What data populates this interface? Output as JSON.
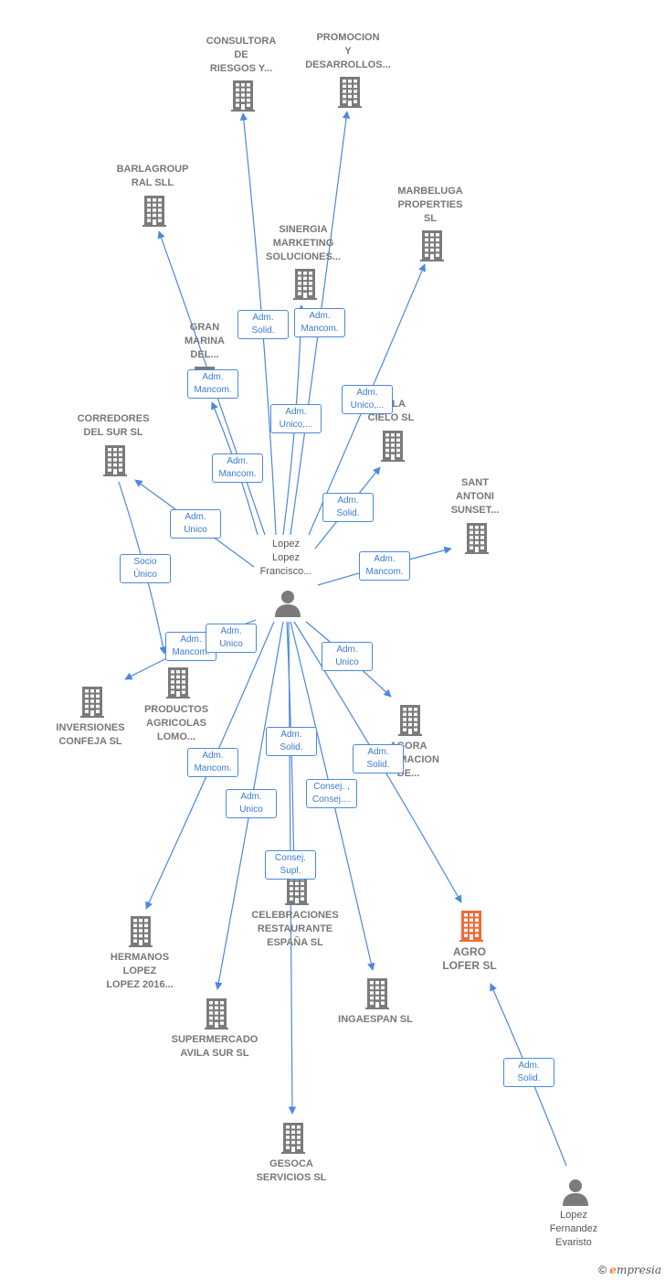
{
  "colors": {
    "edge": "#4a89dc",
    "building": "#7b7b7b",
    "building_focus": "#f26a35",
    "person": "#7b7b7b"
  },
  "nodes": [
    {
      "id": "consultora",
      "label": "CONSULTORA\nDE\nRIESGOS Y...",
      "kind": "building"
    },
    {
      "id": "promocion",
      "label": "PROMOCION\nY\nDESARROLLOS...",
      "kind": "building"
    },
    {
      "id": "barlagroup",
      "label": "BARLAGROUP\nRAL SLL",
      "kind": "building"
    },
    {
      "id": "marbeluga",
      "label": "MARBELUGA\nPROPERTIES\nSL",
      "kind": "building"
    },
    {
      "id": "sinergia",
      "label": "SINERGIA\nMARKETING\nSOLUCIONES...",
      "kind": "building"
    },
    {
      "id": "granmarina",
      "label": "GRAN\nMARINA\nDEL...",
      "kind": "building"
    },
    {
      "id": "villacielo",
      "label": "VILLA\nCIELO SL",
      "kind": "building"
    },
    {
      "id": "corredores",
      "label": "CORREDORES\nDEL SUR SL",
      "kind": "building"
    },
    {
      "id": "santantoni",
      "label": "SANT\nANTONI\nSUNSET...",
      "kind": "building"
    },
    {
      "id": "inversiones",
      "label": "INVERSIONES\nCONFEJA SL",
      "kind": "building"
    },
    {
      "id": "productos",
      "label": "PRODUCTOS\nAGRICOLAS\nLOMO...",
      "kind": "building"
    },
    {
      "id": "agora",
      "label": "AGORA\nFORMACION\nDE...",
      "kind": "building"
    },
    {
      "id": "celebraciones",
      "label": "CELEBRACIONES\nRESTAURANTE\nESPAÑA SL",
      "kind": "building"
    },
    {
      "id": "hermanos",
      "label": "HERMANOS\nLOPEZ\nLOPEZ 2016...",
      "kind": "building"
    },
    {
      "id": "agrolofer",
      "label": "AGRO\nLOFER SL",
      "kind": "focus"
    },
    {
      "id": "ingaespan",
      "label": "INGAESPAN SL",
      "kind": "building"
    },
    {
      "id": "supermercado",
      "label": "SUPERMERCADO\nAVILA SUR SL",
      "kind": "building"
    },
    {
      "id": "gesoca",
      "label": "GESOCA\nSERVICIOS SL",
      "kind": "building"
    },
    {
      "id": "lopezfrancisco",
      "label": "Lopez\nLopez\nFrancisco...",
      "kind": "person"
    },
    {
      "id": "lopezevaristo",
      "label": "Lopez\nFernandez\nEvaristo",
      "kind": "person"
    }
  ],
  "edges": [
    {
      "label": "Adm.\nSolid.",
      "target": "consultora"
    },
    {
      "label": "Adm.\nMancom.",
      "target": "promocion"
    },
    {
      "label": "Adm.\nMancom.",
      "target": "barlagroup"
    },
    {
      "label": "Adm.\nUnico,...",
      "target": "marbeluga"
    },
    {
      "label": "Adm.\nUnico,...",
      "target": "sinergia"
    },
    {
      "label": "Adm.\nMancom.",
      "target": "granmarina"
    },
    {
      "label": "Adm.\nSolid.",
      "target": "villacielo"
    },
    {
      "label": "Adm.\nUnico",
      "target": "corredores"
    },
    {
      "label": "Adm.\nMancom.",
      "target": "santantoni"
    },
    {
      "label": "Socio\nÚnico",
      "target": "inversiones"
    },
    {
      "label": "Adm.\nMancom.",
      "target": "inversiones"
    },
    {
      "label": "Adm.\nUnico",
      "target": "productos"
    },
    {
      "label": "Adm.\nUnico",
      "target": "agora"
    },
    {
      "label": "Adm.\nSolid.",
      "target": "celebraciones"
    },
    {
      "label": "Adm.\nSolid.",
      "target": "agrolofer"
    },
    {
      "label": "Adm.\nMancom.",
      "target": "hermanos"
    },
    {
      "label": "Consej. ,\nConsej....",
      "target": "ingaespan"
    },
    {
      "label": "Adm.\nUnico",
      "target": "supermercado"
    },
    {
      "label": "Consej.\nSupl.",
      "target": "gesoca"
    },
    {
      "label": "Adm.\nSolid.",
      "target": "agrolofer"
    }
  ],
  "footer": {
    "copyright": "©",
    "brand_first": "e",
    "brand_rest": "mpresia"
  }
}
